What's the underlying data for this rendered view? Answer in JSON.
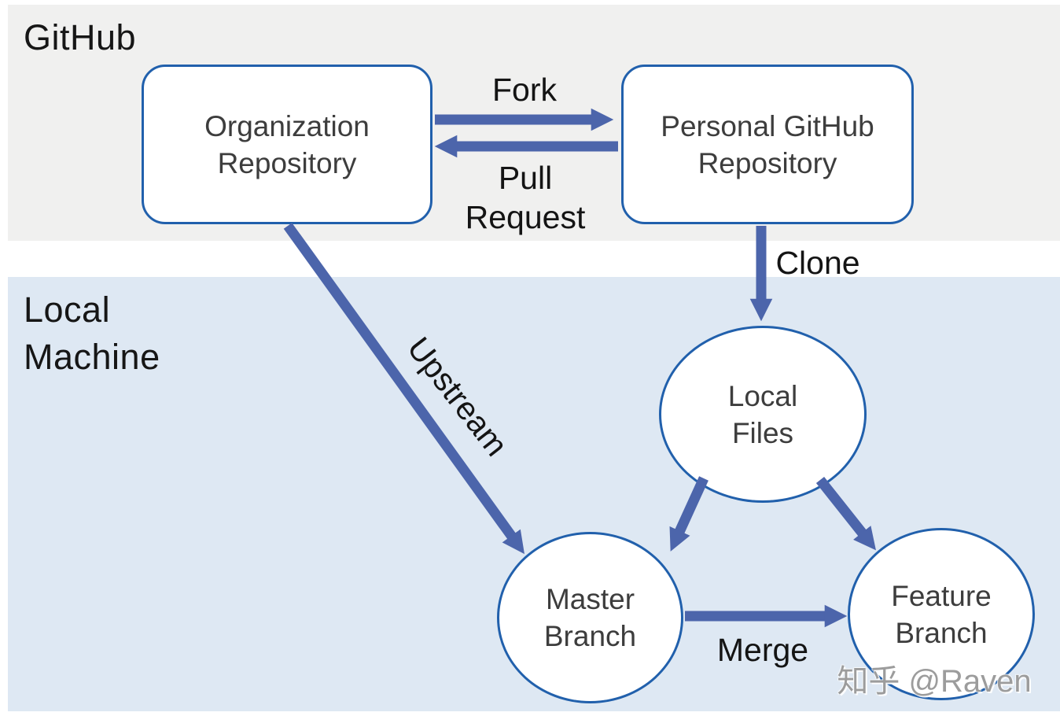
{
  "sections": {
    "github": {
      "label": "GitHub"
    },
    "local_machine": {
      "label": "Local Machine"
    }
  },
  "nodes": {
    "organization_repository": {
      "label": "Organization Repository",
      "shape": "rounded-rect"
    },
    "personal_github_repository": {
      "label": "Personal GitHub Repository",
      "shape": "rounded-rect"
    },
    "local_files": {
      "label": "Local Files",
      "shape": "ellipse"
    },
    "master_branch": {
      "label": "Master Branch",
      "shape": "ellipse"
    },
    "feature_branch": {
      "label": "Feature Branch",
      "shape": "ellipse"
    }
  },
  "edges": {
    "fork": {
      "label": "Fork",
      "from": "organization_repository",
      "to": "personal_github_repository"
    },
    "pull_request": {
      "label": "Pull Request",
      "from": "personal_github_repository",
      "to": "organization_repository"
    },
    "clone": {
      "label": "Clone",
      "from": "personal_github_repository",
      "to": "local_files"
    },
    "upstream": {
      "label": "Upstream",
      "from": "organization_repository",
      "to": "master_branch"
    },
    "local_to_master": {
      "label": "",
      "from": "local_files",
      "to": "master_branch"
    },
    "local_to_feature": {
      "label": "",
      "from": "local_files",
      "to": "feature_branch"
    },
    "merge": {
      "label": "Merge",
      "from": "master_branch",
      "to": "feature_branch"
    }
  },
  "watermark": {
    "text": "知乎 @Raven"
  },
  "colors": {
    "arrow_blue": "#4c65ab",
    "node_border_blue": "#2160ac",
    "github_section_bg": "#f0f0ef",
    "local_section_bg": "#dee8f3",
    "node_fill": "#ffffff",
    "node_text": "#3d3d3d",
    "label_text": "#141414",
    "watermark_gray": "#9c9c9c"
  }
}
